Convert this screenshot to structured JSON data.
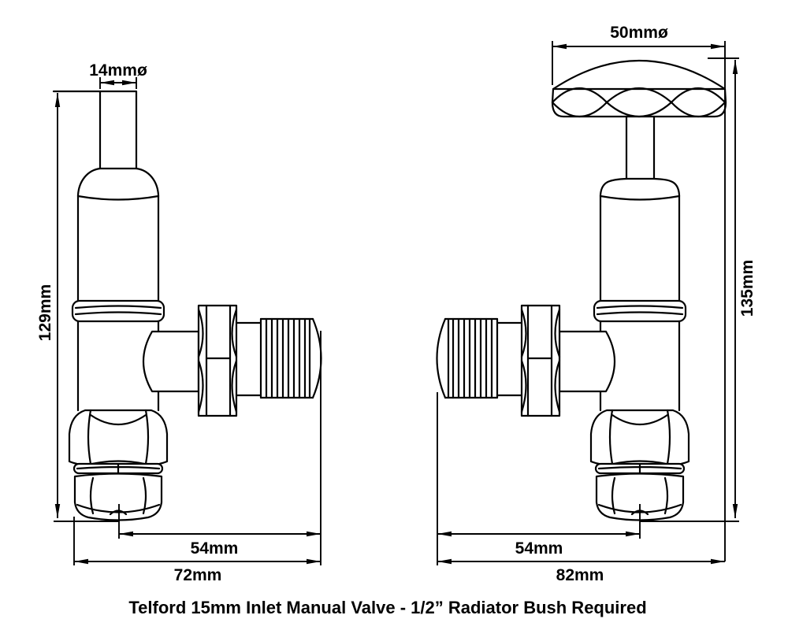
{
  "page": {
    "background_color": "#ffffff",
    "line_color": "#000000"
  },
  "caption": "Telford 15mm Inlet Manual Valve - 1/2” Radiator Bush Required",
  "left_valve": {
    "dims": {
      "spindle_diameter": "14mmø",
      "height": "129mm",
      "center_to_outlet": "54mm",
      "overall_width": "72mm"
    }
  },
  "right_valve": {
    "dims": {
      "handle_diameter": "50mmø",
      "height": "135mm",
      "center_to_outlet": "54mm",
      "overall_width": "82mm"
    }
  }
}
